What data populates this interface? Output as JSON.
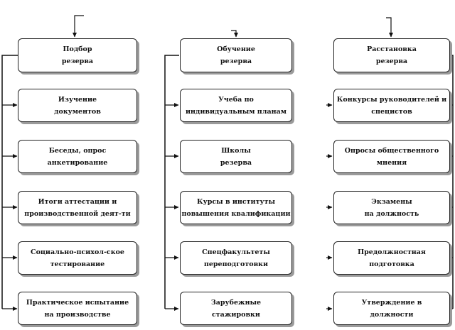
{
  "columns": [
    {
      "header": [
        "Подбор",
        "резерва"
      ],
      "items": [
        [
          "Изучение",
          "документов"
        ],
        [
          "Беседы, опрос",
          "анкетирование"
        ],
        [
          "Итоги аттестации и",
          "производственной деят-ти"
        ],
        [
          "Социально-психол-ское",
          "тестирование"
        ],
        [
          "Практическое испытание",
          "на производстве"
        ]
      ]
    },
    {
      "header": [
        "Обучение",
        "резерва"
      ],
      "items": [
        [
          "Учеба по",
          "индивидуальным планам"
        ],
        [
          "Школы",
          "резерва"
        ],
        [
          "Курсы в институты",
          "повышения квалификации"
        ],
        [
          "Спецфакультеты",
          "переподготовки"
        ],
        [
          "Зарубежные",
          "стажировки"
        ]
      ]
    },
    {
      "header": [
        "Расстановка",
        "резерва"
      ],
      "items": [
        [
          "Конкурсы руководителей и",
          "специстов"
        ],
        [
          "Опросы общественного",
          "мнения"
        ],
        [
          "Экзамены",
          "на должность"
        ],
        [
          "Предолжностная",
          "подготовка"
        ],
        [
          "Утверждение в",
          "должности"
        ]
      ]
    }
  ]
}
